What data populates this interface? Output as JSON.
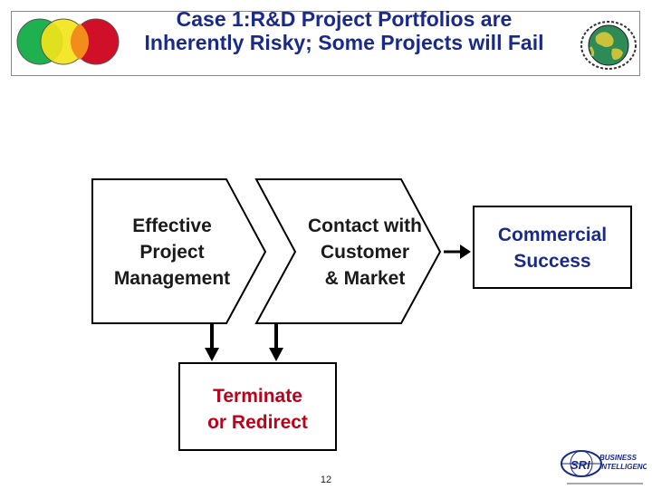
{
  "header": {
    "title_line1": "Case 1:R&D Project Portfolios are",
    "title_line2": "Inherently Risky; Some Projects will Fail"
  },
  "diagram": {
    "box1": {
      "line1": "Effective",
      "line2": "Project",
      "line3": "Management"
    },
    "box2": {
      "line1": "Contact with",
      "line2": "Customer",
      "line3": "& Market"
    },
    "box3": {
      "line1": "Commercial",
      "line2": "Success"
    },
    "box4": {
      "line1": "Terminate",
      "line2": "or Redirect"
    }
  },
  "footer": {
    "page_number": "12",
    "logo_line1": "BUSINESS",
    "logo_line2": "INTELLIGENCE",
    "logo_mark": "SRI"
  },
  "colors": {
    "title": "#1a2a8c",
    "commercial": "#1a2a8c",
    "terminate": "#c00018",
    "circle_green": "#1fb050",
    "circle_yellow": "#f2e41a",
    "circle_orange": "#f28c1a",
    "circle_red": "#d01028"
  }
}
